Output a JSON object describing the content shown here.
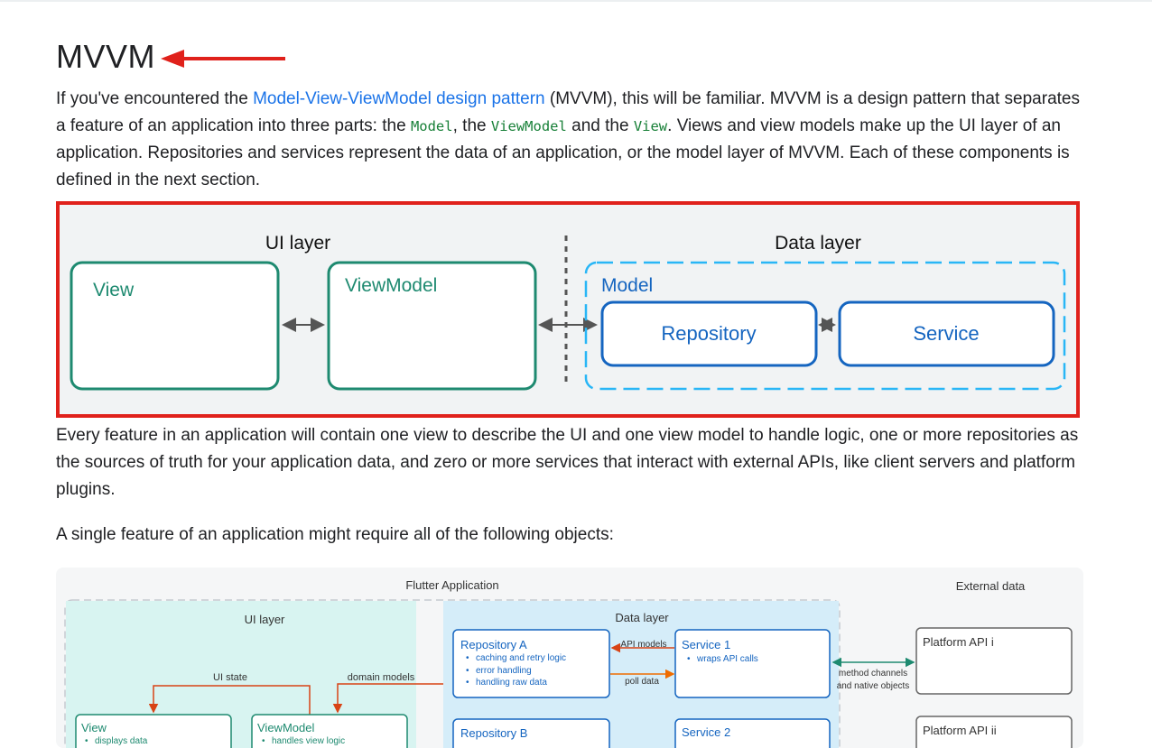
{
  "heading": "MVVM",
  "annotation_color": "#e0211b",
  "intro": {
    "text_before_link": "If you've encountered the ",
    "link_text": "Model-View-ViewModel design pattern",
    "text_after_link": " (MVVM), this will be familiar. MVVM is a design pattern that separates a feature of an application into three parts: the ",
    "code_model": "Model",
    "sep1": ", the ",
    "code_viewmodel": "ViewModel",
    "sep2": " and the ",
    "code_view": "View",
    "text_end": ". Views and view models make up the UI layer of an application. Repositories and services represent the data of an application, or the model layer of MVVM. Each of these components is defined in the next section."
  },
  "diagram1": {
    "ui_layer_label": "UI layer",
    "data_layer_label": "Data layer",
    "view_label": "View",
    "viewmodel_label": "ViewModel",
    "model_label": "Model",
    "repository_label": "Repository",
    "service_label": "Service",
    "colors": {
      "green": "#1e8a70",
      "blue": "#1565c0",
      "light_blue": "#29b6f6"
    }
  },
  "para2": "Every feature in an application will contain one view to describe the UI and one view model to handle logic, one or more repositories as the sources of truth for your application data, and zero or more services that interact with external APIs, like client servers and platform plugins.",
  "para3": "A single feature of an application might require all of the following objects:",
  "diagram2": {
    "flutter_app_label": "Flutter Application",
    "external_data_label": "External data",
    "ui_layer_label": "UI layer",
    "data_layer_label": "Data layer",
    "ui_state_label": "UI state",
    "domain_models_label": "domain models",
    "repo_a": {
      "title": "Repository A",
      "bullets": [
        "caching and retry logic",
        "error handling",
        "handling raw data"
      ]
    },
    "repo_b": {
      "title": "Repository B"
    },
    "service1": {
      "title": "Service 1",
      "bullets": [
        "wraps API calls"
      ]
    },
    "service2": {
      "title": "Service 2"
    },
    "api_models_label": "API models",
    "poll_data_label": "poll data",
    "method_channels_label": "method channels",
    "native_objects_label": "and native objects",
    "platform_api_1": "Platform API i",
    "platform_api_2": "Platform API ii",
    "view": {
      "title": "View",
      "bullet": "displays data"
    },
    "viewmodel": {
      "title": "ViewModel",
      "bullet": "handles view logic"
    }
  }
}
